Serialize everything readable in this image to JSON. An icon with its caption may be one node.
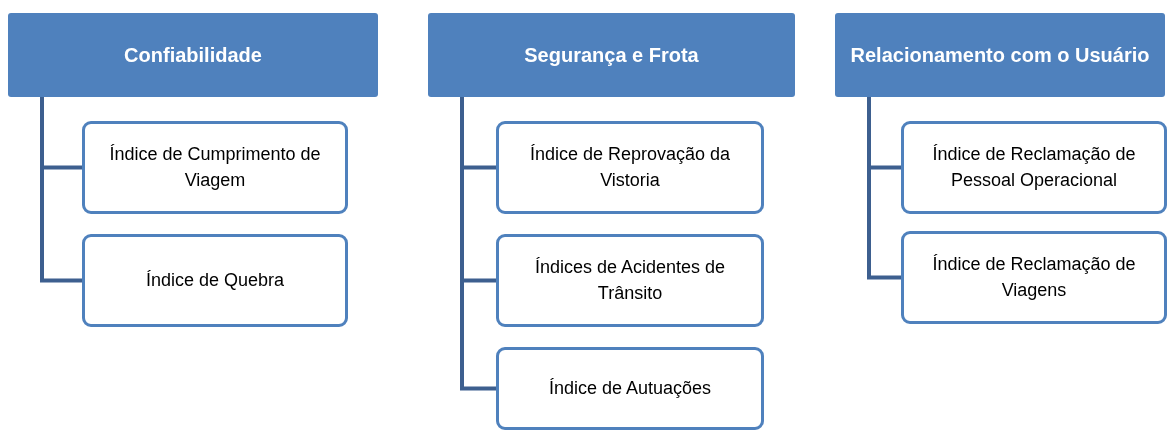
{
  "diagram": {
    "nodes": [
      {
        "text": [
          "Confiabilidade"
        ]
      },
      {
        "text": [
          "Índice de Cumprimento de Viagem"
        ]
      },
      {
        "text": [
          "Índice de Quebra"
        ]
      },
      {
        "text": [
          "Segurança e Frota"
        ]
      },
      {
        "text": [
          "Índice de Reprovação da Vistoria"
        ]
      },
      {
        "text": [
          "Índices de Acidentes de Trânsito"
        ]
      },
      {
        "text": [
          "Índice de Autuações"
        ]
      },
      {
        "text": [
          "Relacionamento com o Usuário"
        ]
      },
      {
        "text": [
          "Índice de Reclamação de Pessoal Operacional"
        ]
      },
      {
        "text": [
          "Índice de Reclamação de Viagens"
        ]
      }
    ],
    "edges": [
      {
        "from": 0,
        "to": 1,
        "arrow": "none"
      },
      {
        "from": 0,
        "to": 2,
        "arrow": "none"
      },
      {
        "from": 3,
        "to": 4,
        "arrow": "none"
      },
      {
        "from": 3,
        "to": 5,
        "arrow": "none"
      },
      {
        "from": 3,
        "to": 6,
        "arrow": "none"
      },
      {
        "from": 7,
        "to": 8,
        "arrow": "none"
      },
      {
        "from": 7,
        "to": 9,
        "arrow": "none"
      }
    ]
  }
}
